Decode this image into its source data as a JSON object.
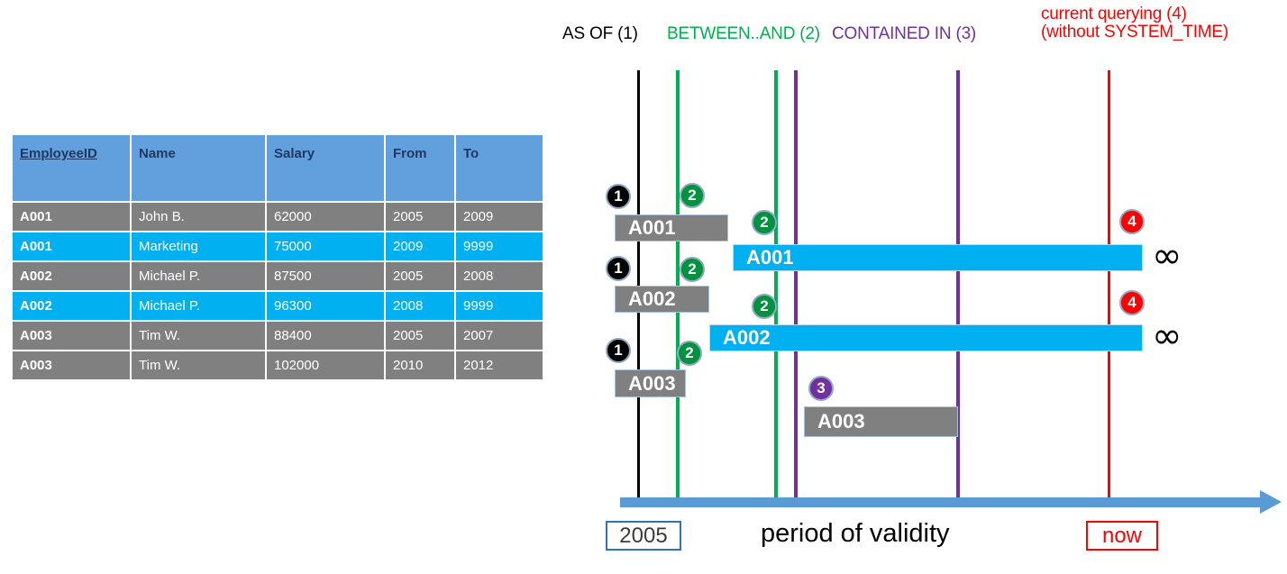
{
  "table": {
    "name": "employee-temporal-table",
    "columns": [
      {
        "key": "EmployeeID",
        "primary": true
      },
      {
        "key": "Name",
        "primary": false
      },
      {
        "key": "Salary",
        "primary": false
      },
      {
        "key": "From",
        "primary": false
      },
      {
        "key": "To",
        "primary": false
      }
    ],
    "rows": [
      {
        "style": "gray",
        "cells": [
          "A001",
          "John  B.",
          "62000",
          "2005",
          "2009"
        ]
      },
      {
        "style": "cyan",
        "cells": [
          "A001",
          "Marketing",
          "75000",
          "2009",
          "9999"
        ]
      },
      {
        "style": "gray",
        "cells": [
          "A002",
          "Michael P.",
          "87500",
          "2005",
          "2008"
        ]
      },
      {
        "style": "cyan",
        "cells": [
          "A002",
          "Michael P.",
          "96300",
          "2008",
          "9999"
        ]
      },
      {
        "style": "gray",
        "cells": [
          "A003",
          "Tim W.",
          "88400",
          "2005",
          "2007"
        ]
      },
      {
        "style": "gray",
        "cells": [
          "A003",
          "Tim W.",
          "102000",
          "2010",
          "2012"
        ]
      }
    ]
  },
  "diagram": {
    "legend": [
      {
        "label": "AS OF (1)",
        "color": "#000000",
        "marker": "1"
      },
      {
        "label": "BETWEEN..AND (2)",
        "color": "#00b050",
        "marker": "2"
      },
      {
        "label": "CONTAINED IN (3)",
        "color": "#7030a0",
        "marker": "3"
      },
      {
        "label_line1": "current querying (4)",
        "label_line2": "(without SYSTEM_TIME)",
        "color": "#ff0000",
        "marker": "4"
      }
    ],
    "bars": [
      {
        "label": "A001",
        "style": "gray"
      },
      {
        "label": "A001",
        "style": "cyan"
      },
      {
        "label": "A002",
        "style": "gray"
      },
      {
        "label": "A002",
        "style": "cyan"
      },
      {
        "label": "A003",
        "style": "gray"
      },
      {
        "label": "A003",
        "style": "gray"
      }
    ],
    "markers": [
      "1",
      "2",
      "2",
      "1",
      "2",
      "2",
      "1",
      "2",
      "3",
      "4",
      "4"
    ],
    "infinity_symbol": "∞",
    "axis": {
      "start_label": "2005",
      "end_label": "now",
      "caption": "period of validity"
    }
  },
  "colors": {
    "header_blue": "#62a0dd",
    "header_text": "#1f3864",
    "row_gray": "#808080",
    "row_cyan": "#00b0f0",
    "green": "#00b050",
    "purple": "#7030a0",
    "red": "#ff0000",
    "axis_blue": "#5b9bd5"
  }
}
